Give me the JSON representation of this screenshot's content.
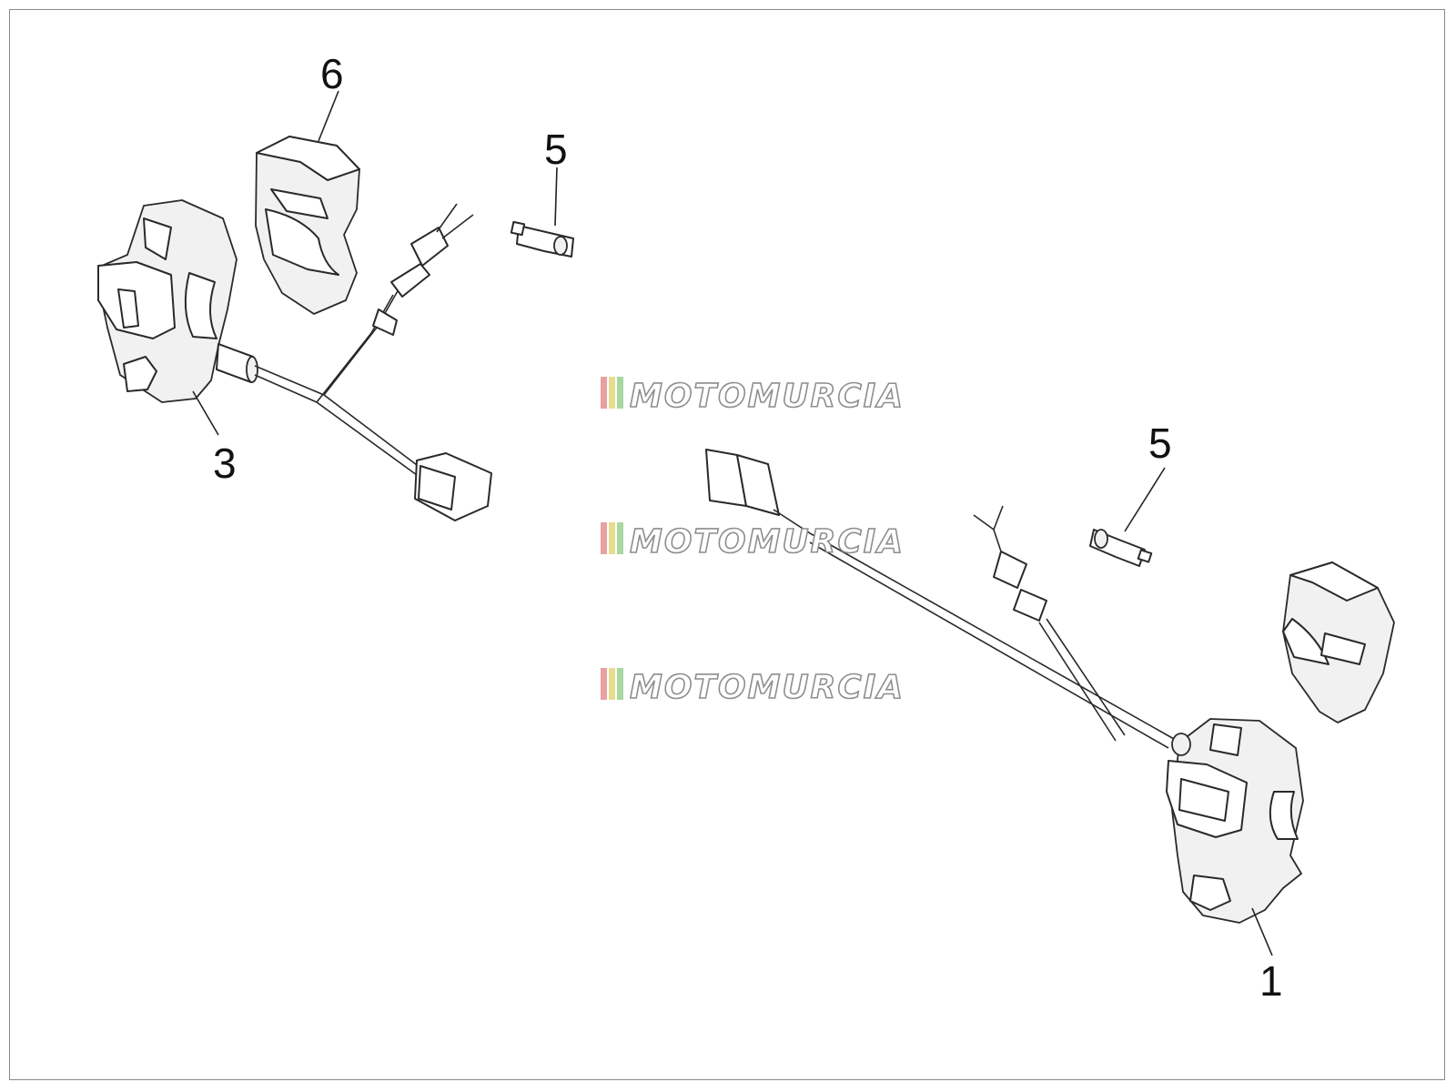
{
  "diagram": {
    "callouts": [
      {
        "id": "callout-6",
        "label": "6"
      },
      {
        "id": "callout-5-left",
        "label": "5"
      },
      {
        "id": "callout-3",
        "label": "3"
      },
      {
        "id": "callout-5-right",
        "label": "5"
      },
      {
        "id": "callout-1",
        "label": "1"
      }
    ],
    "watermarks": [
      "MOTOMURCIA",
      "MOTOMURCIA",
      "MOTOMURCIA"
    ]
  },
  "colors": {
    "line": "#2a2a2a",
    "frame": "#8a8a8a",
    "watermark_stripe_red": "#e8a0a0",
    "watermark_stripe_yellow": "#e8dc90",
    "watermark_stripe_green": "#a8d8a0"
  }
}
